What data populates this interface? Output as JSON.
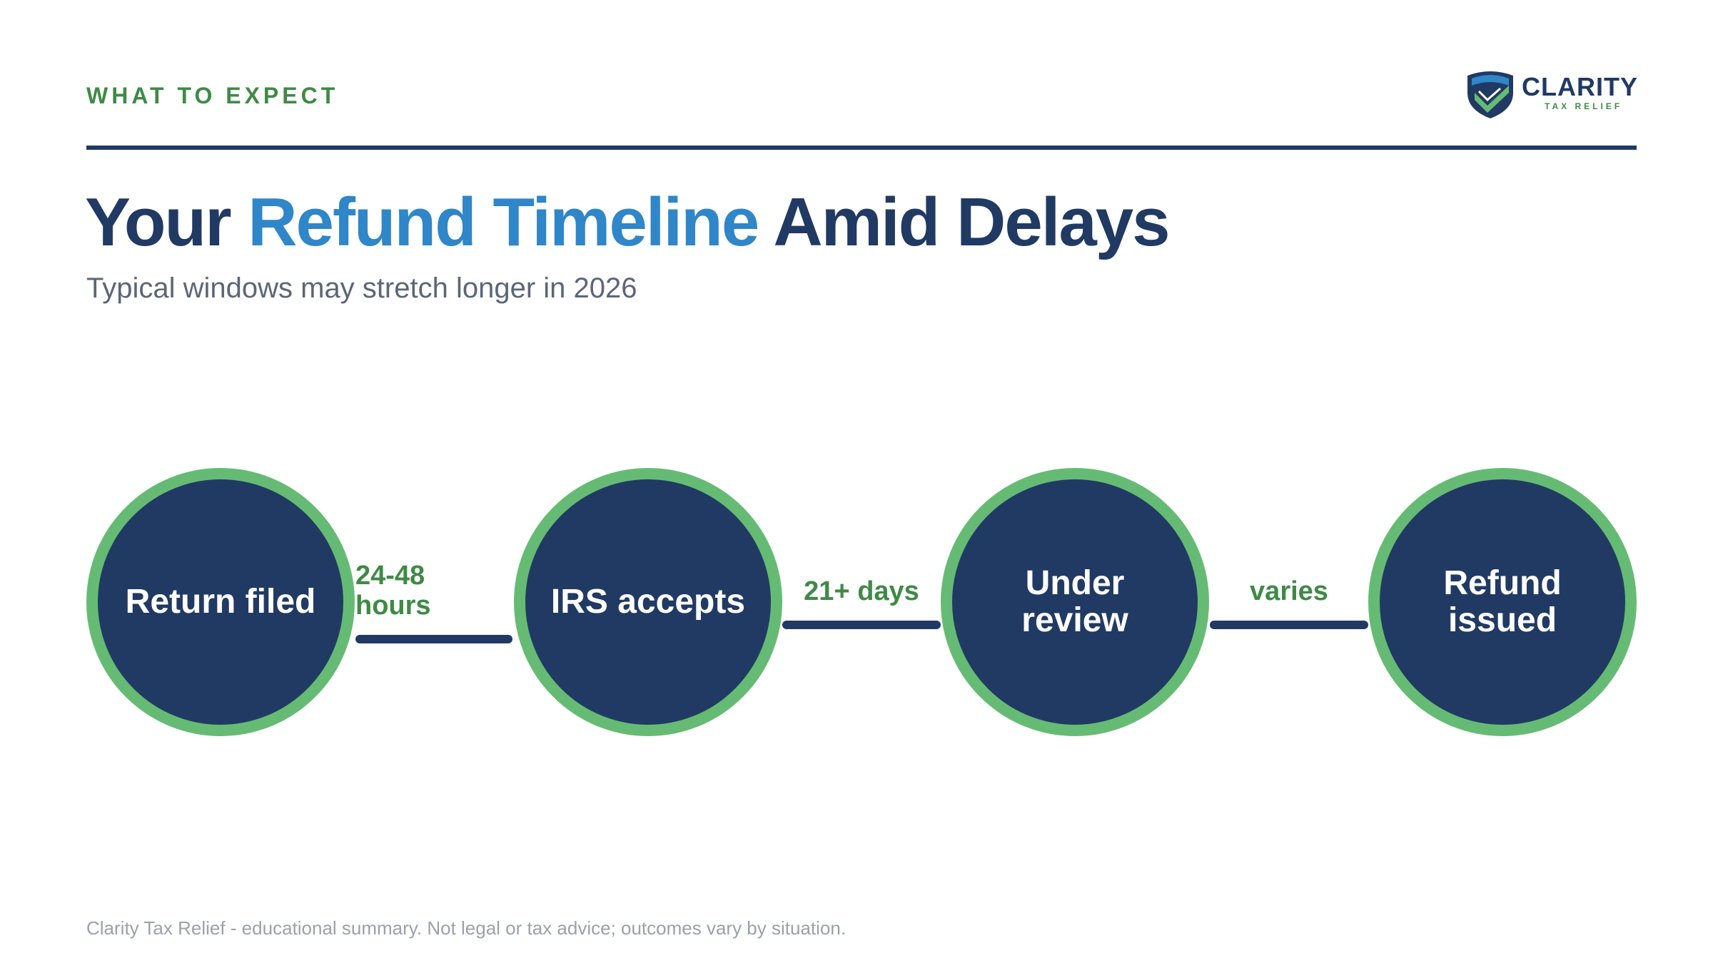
{
  "header": {
    "eyebrow": "WHAT TO EXPECT",
    "logo": {
      "name": "CLARITY",
      "subtitle": "TAX RELIEF",
      "icon": "shield-check-icon"
    }
  },
  "title": {
    "lead": "Your",
    "accent": "Refund Timeline",
    "rest": "Amid Delays"
  },
  "subtitle": "Typical windows may stretch longer in 2026",
  "steps": [
    {
      "label": "Return filed"
    },
    {
      "label": "IRS accepts"
    },
    {
      "label": "Under review"
    },
    {
      "label": "Refund issued"
    }
  ],
  "connectors": [
    {
      "duration": "24-48 hours"
    },
    {
      "duration": "21+ days"
    },
    {
      "duration": "varies"
    }
  ],
  "footer": "Clarity Tax Relief - educational summary. Not legal or tax advice; outcomes vary by situation.",
  "colors": {
    "navy": "#213a63",
    "accent_blue": "#2f86c9",
    "green": "#66bb74",
    "green_text": "#3f8a46"
  }
}
